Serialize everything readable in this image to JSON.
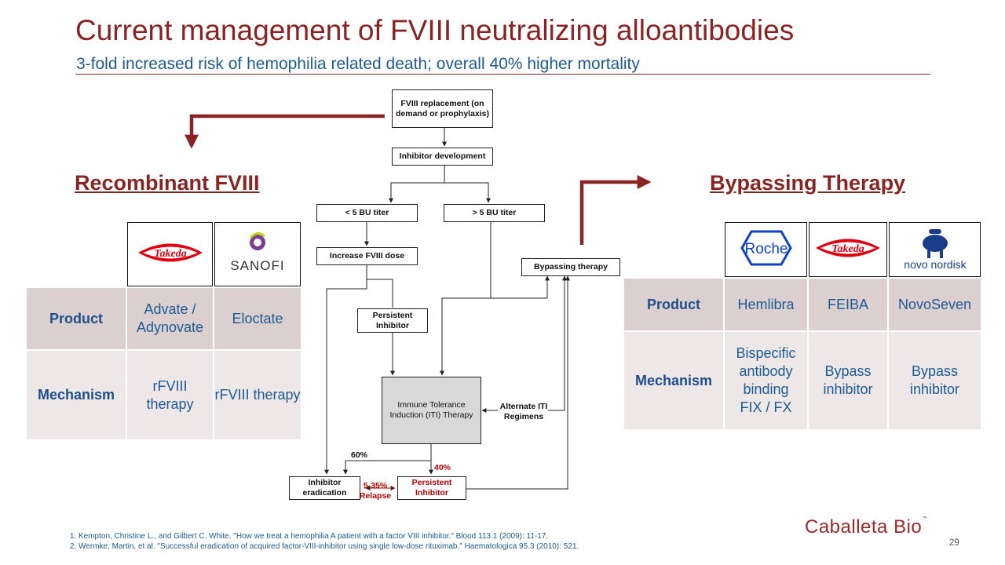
{
  "slide": {
    "title": "Current management of FVIII neutralizing alloantibodies",
    "subtitle": "3-fold increased risk of hemophilia related death; overall 40% higher mortality",
    "page_number": "29",
    "brand": "Caballeta Bio",
    "brand_tm": "™"
  },
  "left": {
    "heading": "Recombinant FVIII",
    "logos": [
      "Takeda",
      "SANOFI"
    ],
    "rows": [
      {
        "label": "Product",
        "values": [
          "Advate / Adynovate",
          "Eloctate"
        ]
      },
      {
        "label": "Mechanism",
        "values": [
          "rFVIII therapy",
          "rFVIII therapy"
        ]
      }
    ]
  },
  "right": {
    "heading": "Bypassing Therapy",
    "logos": [
      "Roche",
      "Takeda",
      "novo nordisk"
    ],
    "rows": [
      {
        "label": "Product",
        "values": [
          "Hemlibra",
          "FEIBA",
          "NovoSeven"
        ]
      },
      {
        "label": "Mechanism",
        "values": [
          "Bispecific antibody binding FIX / FX",
          "Bypass inhibitor",
          "Bypass inhibitor"
        ]
      }
    ]
  },
  "flow": {
    "replacement": "FVIII replacement (on demand or prophylaxis)",
    "inhibitor_dev": "Inhibitor development",
    "low_titer": "< 5 BU titer",
    "high_titer": "> 5 BU titer",
    "increase_dose": "Increase FVIII dose",
    "bypassing": "Bypassing therapy",
    "persistent_inhibitor_1": "Persistent Inhibitor",
    "iti": "Immune Tolerance Induction (ITI) Therapy",
    "alternate_iti": "Alternate ITI Regimens",
    "pct_60": "60%",
    "pct_40": "40%",
    "eradication": "Inhibitor eradication",
    "relapse": "5-35% Relapse",
    "persistent_inhibitor_2": "Persistent Inhibitor"
  },
  "footnotes": [
    "Kempton, Christine L., and Gilbert C. White. \"How we treat a hemophilia A patient with a factor VIII inhibitor.\" Blood 113.1 (2009): 11-17.",
    "Wermke, Martin, et al. \"Successful eradication of acquired factor-VIII-inhibitor using single low-dose rituximab.\" Haematologica 95.3 (2010): 521."
  ],
  "colors": {
    "title": "#8a2423",
    "subtitle": "#1e5b93",
    "header_row": "#dccfd0",
    "body_row": "#ede7e8",
    "relapse_red": "#c00000"
  }
}
